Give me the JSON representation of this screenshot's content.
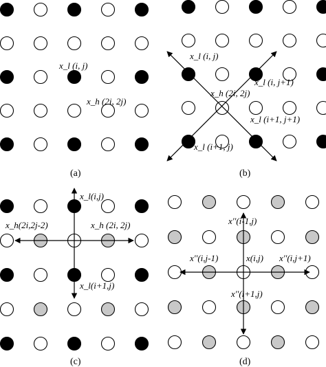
{
  "colors": {
    "filled": "#000000",
    "hollow": "#ffffff",
    "gray": "#c8c8c8",
    "stroke": "#000000"
  },
  "panels": [
    {
      "id": "a",
      "caption": "(a)",
      "grid": [
        [
          "F",
          "O",
          "F",
          "O",
          "F"
        ],
        [
          "O",
          "O",
          "O",
          "O",
          "O"
        ],
        [
          "F",
          "O",
          "F",
          "O",
          "F"
        ],
        [
          "O",
          "O",
          "O",
          "O",
          "O"
        ],
        [
          "F",
          "O",
          "F",
          "O",
          "F"
        ]
      ],
      "labels": [
        {
          "key": "xl_ij",
          "text": "x_l (i, j)"
        },
        {
          "key": "xh_2i2j",
          "text": "x_h (2i, 2j)"
        }
      ]
    },
    {
      "id": "b",
      "caption": "(b)",
      "grid": [
        [
          "F",
          "O",
          "F",
          "O",
          "F"
        ],
        [
          "O",
          "O",
          "O",
          "O",
          "O"
        ],
        [
          "F",
          "O",
          "F",
          "O",
          "F"
        ],
        [
          "O",
          "O",
          "O",
          "O",
          "O"
        ],
        [
          "F",
          "O",
          "F",
          "O",
          "F"
        ]
      ],
      "labels": [
        {
          "key": "xl_ij",
          "text": "x_l (i, j)"
        },
        {
          "key": "xl_ij1",
          "text": "x_l (i, j+1)"
        },
        {
          "key": "xh_2i2j",
          "text": "x_h (2i, 2j)"
        },
        {
          "key": "xl_i1j1",
          "text": "x_l (i+1, j+1)"
        },
        {
          "key": "xl_i1j",
          "text": "x_l (i+1, j)"
        }
      ]
    },
    {
      "id": "c",
      "caption": "(c)",
      "grid": [
        [
          "F",
          "O",
          "F",
          "O",
          "F"
        ],
        [
          "O",
          "G",
          "O",
          "G",
          "O"
        ],
        [
          "F",
          "O",
          "F",
          "O",
          "F"
        ],
        [
          "O",
          "G",
          "O",
          "G",
          "O"
        ],
        [
          "F",
          "O",
          "F",
          "O",
          "F"
        ]
      ],
      "labels": [
        {
          "key": "xl_ij",
          "text": "x_l(i,j)"
        },
        {
          "key": "xh_2i2j2",
          "text": "x_h(2i,2j-2)"
        },
        {
          "key": "xh_2i2j",
          "text": "x_h (2i, 2j)"
        },
        {
          "key": "xl_i1j",
          "text": "x_l(i+1,j)"
        }
      ]
    },
    {
      "id": "d",
      "caption": "(d)",
      "grid": [
        [
          "O",
          "G",
          "O",
          "G",
          "O"
        ],
        [
          "G",
          "O",
          "G",
          "O",
          "G"
        ],
        [
          "O",
          "G",
          "O",
          "G",
          "O"
        ],
        [
          "G",
          "O",
          "G",
          "O",
          "G"
        ],
        [
          "O",
          "G",
          "O",
          "G",
          "O"
        ]
      ],
      "labels": [
        {
          "key": "xpp_i1j",
          "text": "x''(i-1,j)"
        },
        {
          "key": "xpp_ij1",
          "text": "x''(i,j-1)"
        },
        {
          "key": "x_ij",
          "text": "x(i,j)"
        },
        {
          "key": "xpp_ijp1",
          "text": "x''(i,j+1)"
        },
        {
          "key": "xpp_ip1j",
          "text": "x''(i+1,j)"
        }
      ]
    }
  ]
}
